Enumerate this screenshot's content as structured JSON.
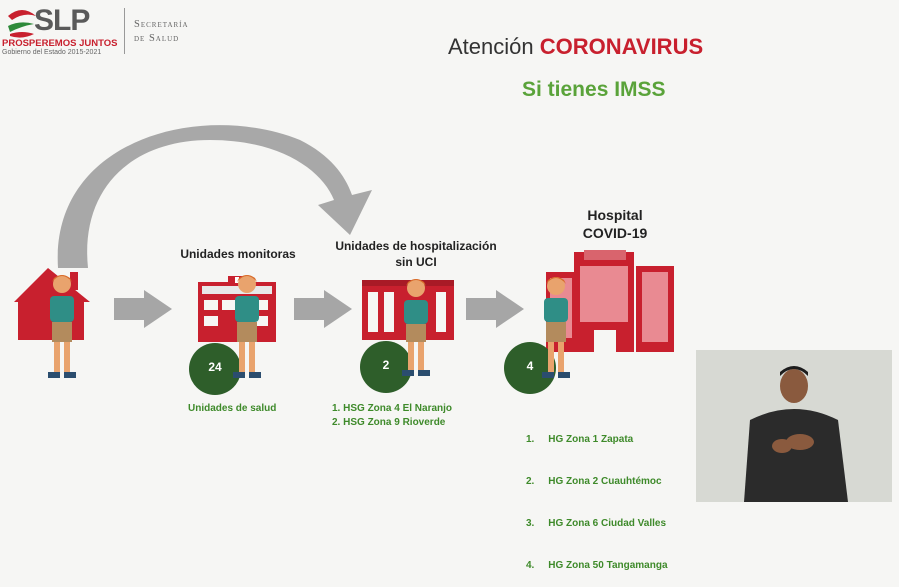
{
  "header": {
    "logo_text": "SLP",
    "slogan": "PROSPEREMOS JUNTOS",
    "government": "Gobierno del Estado 2015-2021",
    "secretaria_line1": "Secretaría",
    "secretaria_line2": "de Salud"
  },
  "title": {
    "prefix": "Atención",
    "highlight": "CORONAVIRUS",
    "subtitle": "Si tienes IMSS"
  },
  "flow": {
    "monitoring": {
      "label": "Unidades monitoras",
      "count": "24",
      "caption": "Unidades de salud"
    },
    "hospitalization": {
      "label_line1": "Unidades de hospitalización",
      "label_line2": "sin UCI",
      "count": "2",
      "items": [
        "1.  HSG Zona 4 El Naranjo",
        "2.  HSG Zona 9 Rioverde"
      ]
    },
    "covid_hospital": {
      "label_line1": "Hospital",
      "label_line2": "COVID-19",
      "count": "4",
      "items": [
        "1.     HG Zona 1 Zapata",
        "2.     HG Zona 2 Cuauhtémoc",
        "3.     HG Zona 6 Ciudad Valles",
        "4.     HG Zona 50 Tangamanga"
      ]
    }
  },
  "colors": {
    "red": "#c8202e",
    "green": "#5aa33a",
    "dark_green": "#2e5e2a",
    "arrow_gray": "#a6a6a6"
  }
}
